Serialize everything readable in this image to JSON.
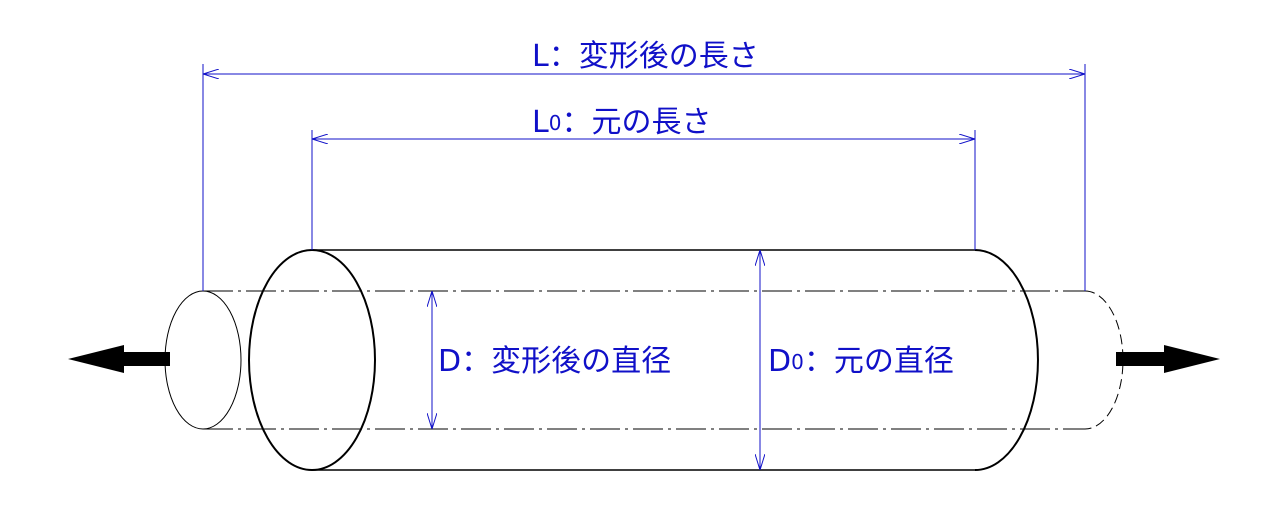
{
  "labels": {
    "deformed_length": "L：変形後の長さ",
    "original_length_prefix": "L",
    "original_length_sub": "0",
    "original_length_rest": "：元の長さ",
    "deformed_diameter": "D：変形後の直径",
    "original_diameter_prefix": "D",
    "original_diameter_sub": "0",
    "original_diameter_rest": "：元の直径"
  },
  "colors": {
    "dimension": "#1010c8",
    "outline": "#000000",
    "background": "#ffffff"
  },
  "icons": {
    "left_arrow": "tension-arrow-left-icon",
    "right_arrow": "tension-arrow-right-icon"
  }
}
